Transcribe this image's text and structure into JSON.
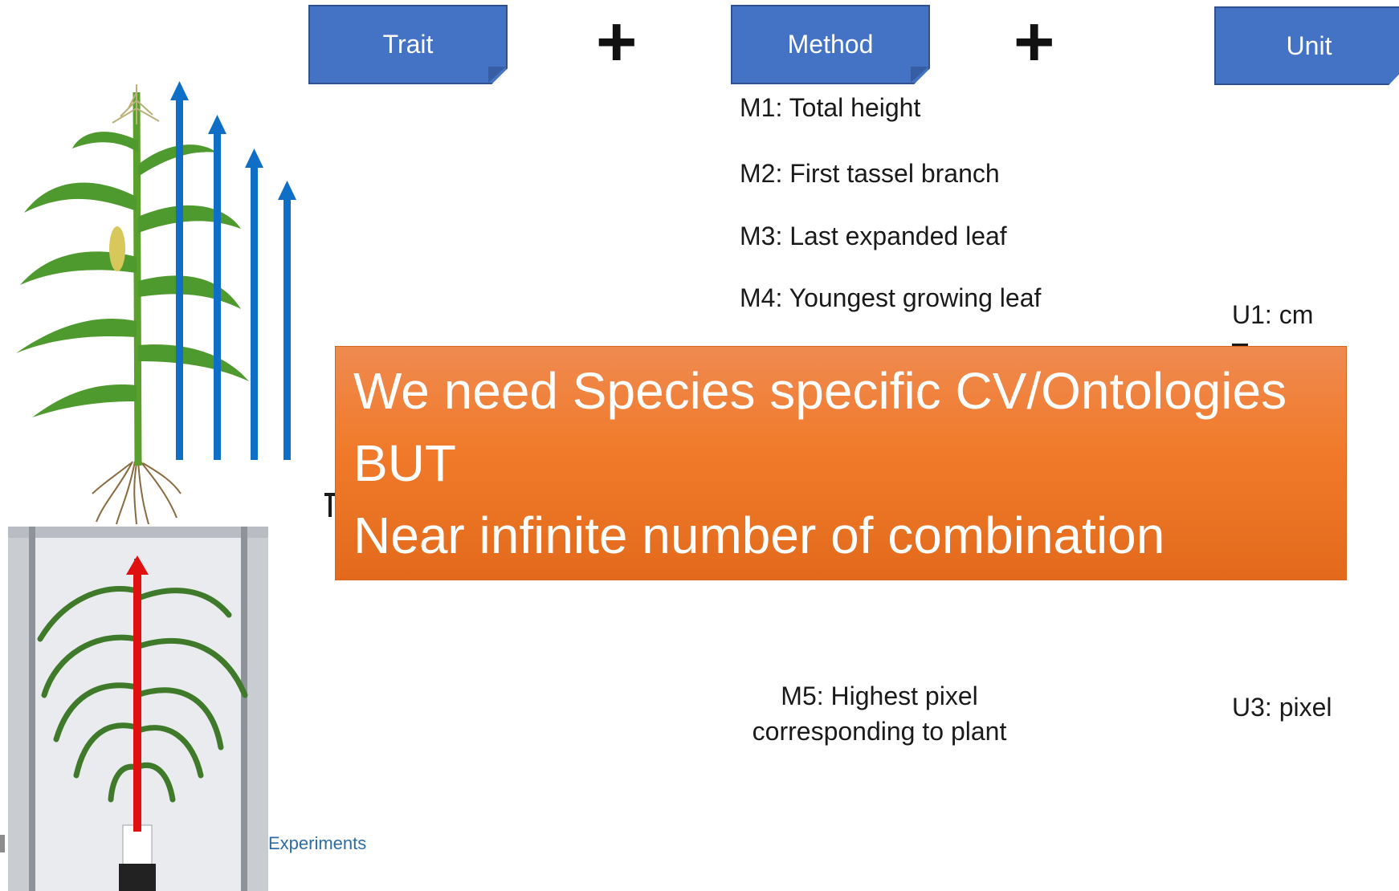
{
  "header": {
    "trait_label": "Trait",
    "method_label": "Method",
    "unit_label": "Unit",
    "plus_1": "+",
    "plus_2": "+"
  },
  "methods": {
    "m1": "M1: Total height",
    "m2": "M2: First tassel branch",
    "m3": "M3: Last expanded leaf",
    "m4": "M4: Youngest growing leaf",
    "m5_line1": "M5: Highest pixel",
    "m5_line2": "corresponding to plant"
  },
  "units": {
    "u1": "U1: cm",
    "u3": "U3: pixel"
  },
  "banner": {
    "line1": "We need Species specific CV/Ontologies",
    "line2": "BUT",
    "line3": "Near infinite number of combination"
  },
  "footer": {
    "experiments": "Experiments"
  },
  "colors": {
    "box_blue": "#4472c4",
    "banner_orange": "#f07a2a",
    "arrow_blue": "#0f6fc6",
    "arrow_red": "#e01010",
    "leaf_green": "#4f9a2e"
  }
}
